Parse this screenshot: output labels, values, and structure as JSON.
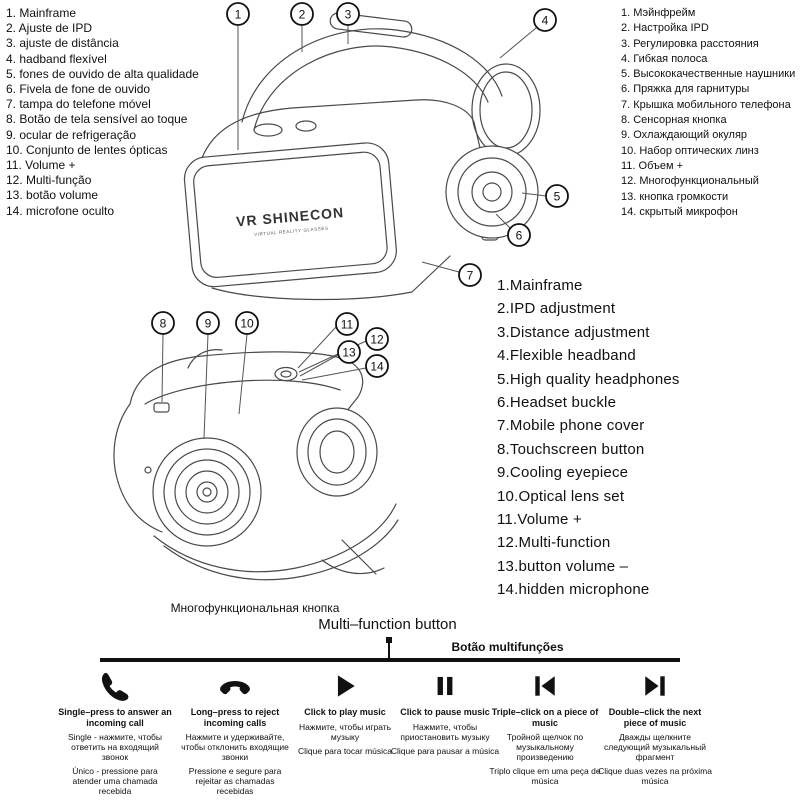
{
  "pt_list": [
    "1. Mainframe",
    "2. Ajuste de IPD",
    "3. ajuste de distância",
    "4. hadband flexível",
    "5. fones de ouvido de alta qualidade",
    "6. Fivela de fone de ouvido",
    "7. tampa do telefone móvel",
    "8. Botão de tela sensível ao toque",
    "9. ocular de refrigeração",
    "10. Conjunto de lentes ópticas",
    "11. Volume +",
    "12. Multi-função",
    "13. botão volume",
    "14. microfone oculto"
  ],
  "ru_list": [
    "1. Мэйнфрейм",
    "2. Настройка IPD",
    "3. Регулировка расстояния",
    "4. Гибкая полоса",
    "5. Высококачественные наушники",
    "6. Пряжка для гарнитуры",
    "7. Крышка мобильного телефона",
    "8. Сенсорная кнопка",
    "9. Охлаждающий окуляр",
    "10. Набор оптических линз",
    "11. Объем +",
    "12. Многофункциональный",
    "13. кнопка громкости",
    "14. скрытый микрофон"
  ],
  "en_list": [
    "1.Mainframe",
    "2.IPD adjustment",
    "3.Distance adjustment",
    "4.Flexible headband",
    "5.High quality headphones",
    "6.Headset buckle",
    "7.Mobile phone cover",
    "8.Touchscreen button",
    "9.Cooling eyepiece",
    "10.Optical lens set",
    "11.Volume +",
    "12.Multi-function",
    "13.button volume –",
    "14.hidden microphone"
  ],
  "device": {
    "brand": "VR SHINECON",
    "brand_sub": "VIRTUAL REALITY GLASSES"
  },
  "callouts": [
    "1",
    "2",
    "3",
    "4",
    "5",
    "6",
    "7",
    "8",
    "9",
    "10",
    "11",
    "12",
    "13",
    "14"
  ],
  "controls": {
    "title_ru": "Многофункциональная кнопка",
    "title_en": "Multi–function button",
    "title_pt": "Botão multifunções",
    "items": [
      {
        "icon": "answer-call-icon",
        "en": "Single–press to answer an incoming call",
        "ru": "Single - нажмите, чтобы ответить на входящий звонок",
        "pt": "Único - pressione para atender uma chamada recebida"
      },
      {
        "icon": "reject-call-icon",
        "en": "Long–press to reject incoming calls",
        "ru": "Нажмите и удерживайте, чтобы отклонить входящие звонки",
        "pt": "Pressione e segure para rejeitar as chamadas recebidas"
      },
      {
        "icon": "play-icon",
        "en": "Click to play music",
        "ru": "Нажмите, чтобы играть музыку",
        "pt": "Clique para tocar música"
      },
      {
        "icon": "pause-icon",
        "en": "Click to pause music",
        "ru": "Нажмите, чтобы приостановить музыку",
        "pt": "Clique para pausar a música"
      },
      {
        "icon": "previous-track-icon",
        "en": "Triple–click on a piece of music",
        "ru": "Тройной щелчок по музыкальному произведению",
        "pt": "Triplo clique em uma peça de música"
      },
      {
        "icon": "next-track-icon",
        "en": "Double–click the next piece of music",
        "ru": "Дважды щелкните следующий музыкальный фрагмент",
        "pt": "Clique duas vezes na próxima música"
      }
    ]
  }
}
